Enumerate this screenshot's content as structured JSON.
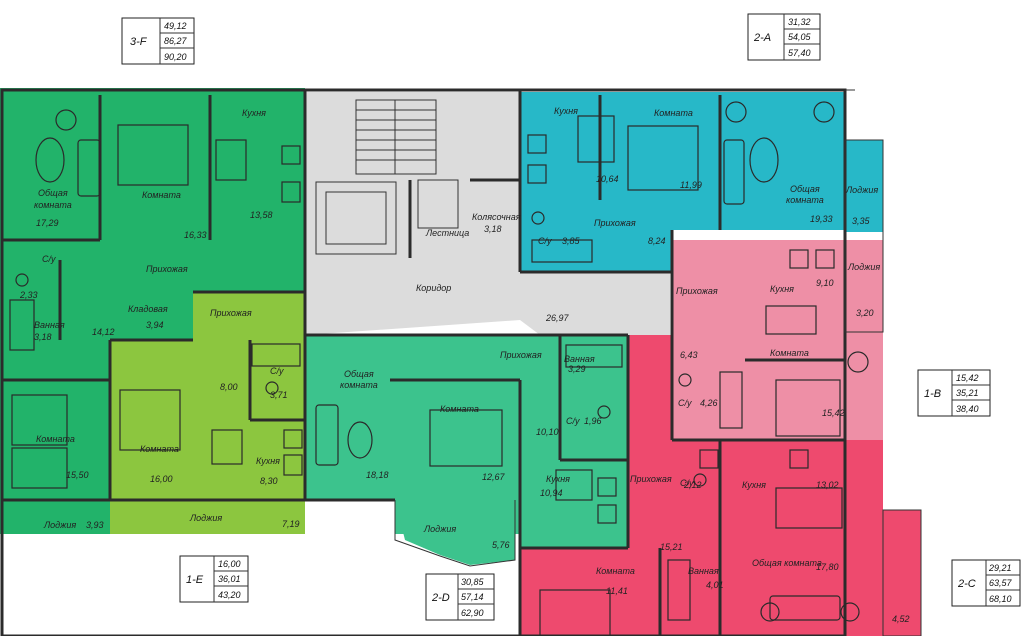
{
  "apartments": {
    "a3f": {
      "code": "3-F",
      "areas": [
        "49,12",
        "86,27",
        "90,20"
      ],
      "color": "#22b36a"
    },
    "a2a": {
      "code": "2-A",
      "areas": [
        "31,32",
        "54,05",
        "57,40"
      ],
      "color": "#27b8c8"
    },
    "a1b": {
      "code": "1-B",
      "areas": [
        "15,42",
        "35,21",
        "38,40"
      ],
      "color": "#ee8fa6"
    },
    "a1e": {
      "code": "1-E",
      "areas": [
        "16,00",
        "36,01",
        "43,20"
      ],
      "color": "#8cc63f"
    },
    "a2d": {
      "code": "2-D",
      "areas": [
        "30,85",
        "57,14",
        "62,90"
      ],
      "color": "#3cc38d"
    },
    "a2c": {
      "code": "2-C",
      "areas": [
        "29,21",
        "63,57",
        "68,10"
      ],
      "color": "#ee4a6e"
    }
  },
  "common_color": "#dcdcdc",
  "rooms": {
    "r01": {
      "label": "Общая",
      "area": ""
    },
    "r01b": {
      "label": "комната",
      "area": "17,29"
    },
    "r02": {
      "label": "Комната",
      "area": "16,33"
    },
    "r03": {
      "label": "Кухня",
      "area": "13,58"
    },
    "r04": {
      "label": "С/у",
      "area": "2,33"
    },
    "r05": {
      "label": "Прихожая",
      "area": ""
    },
    "r06": {
      "label": "Кладовая",
      "area": "3,94"
    },
    "r07": {
      "label": "Ванная",
      "area": "3,18"
    },
    "r08": {
      "label": "",
      "area": "14,12"
    },
    "r09": {
      "label": "Комната",
      "area": "15,50"
    },
    "r10": {
      "label": "Лоджия",
      "area": "3,93"
    },
    "r11": {
      "label": "Прихожая",
      "area": "8,00"
    },
    "r12": {
      "label": "С/у",
      "area": "3,71"
    },
    "r13": {
      "label": "Комната",
      "area": "16,00"
    },
    "r14": {
      "label": "Кухня",
      "area": "8,30"
    },
    "r15": {
      "label": "Лоджия",
      "area": "7,19"
    },
    "r16": {
      "label": "Лестница",
      "area": ""
    },
    "r17": {
      "label": "Колясочная",
      "area": "3,18"
    },
    "r18": {
      "label": "Коридор",
      "area": ""
    },
    "r19": {
      "label": "",
      "area": "26,97"
    },
    "r20": {
      "label": "Кухня",
      "area": "10,64"
    },
    "r21": {
      "label": "Комната",
      "area": "11,99"
    },
    "r22": {
      "label": "Общая",
      "area": ""
    },
    "r22b": {
      "label": "комната",
      "area": "19,33"
    },
    "r23": {
      "label": "Лоджия",
      "area": "3,35"
    },
    "r24": {
      "label": "Прихожая",
      "area": "8,24"
    },
    "r25": {
      "label": "С/у",
      "area": "3,85"
    },
    "r26": {
      "label": "Лоджия",
      "area": "3,20"
    },
    "r27": {
      "label": "Кухня",
      "area": "9,10"
    },
    "r28": {
      "label": "Прихожая",
      "area": "6,43"
    },
    "r29": {
      "label": "Комната",
      "area": "15,42"
    },
    "r30": {
      "label": "С/у",
      "area": "4,26"
    },
    "r31": {
      "label": "Общая",
      "area": ""
    },
    "r31b": {
      "label": "комната",
      "area": "18,18"
    },
    "r32": {
      "label": "Комната",
      "area": "12,67"
    },
    "r33": {
      "label": "Прихожая",
      "area": "10,10"
    },
    "r34": {
      "label": "Ванная",
      "area": "3,29"
    },
    "r35": {
      "label": "С/у",
      "area": "1,96"
    },
    "r36": {
      "label": "Кухня",
      "area": "10,94"
    },
    "r37": {
      "label": "Лоджия",
      "area": "5,76"
    },
    "r38": {
      "label": "Прихожая",
      "area": "15,21"
    },
    "r39": {
      "label": "С/у",
      "area": "2,12"
    },
    "r40": {
      "label": "Кухня",
      "area": "13,02"
    },
    "r41": {
      "label": "Общая комната",
      "area": "17,80"
    },
    "r42": {
      "label": "Комната",
      "area": "11,41"
    },
    "r43": {
      "label": "Ванная",
      "area": "4,01"
    },
    "r44": {
      "label": "",
      "area": "4,52"
    }
  },
  "icons": [
    "sofa-icon",
    "bed-icon",
    "table-icon",
    "stove-icon",
    "sink-icon",
    "toilet-icon",
    "bathtub-icon",
    "armchair-icon",
    "plant-icon",
    "staircase-icon",
    "elevator-icon"
  ]
}
